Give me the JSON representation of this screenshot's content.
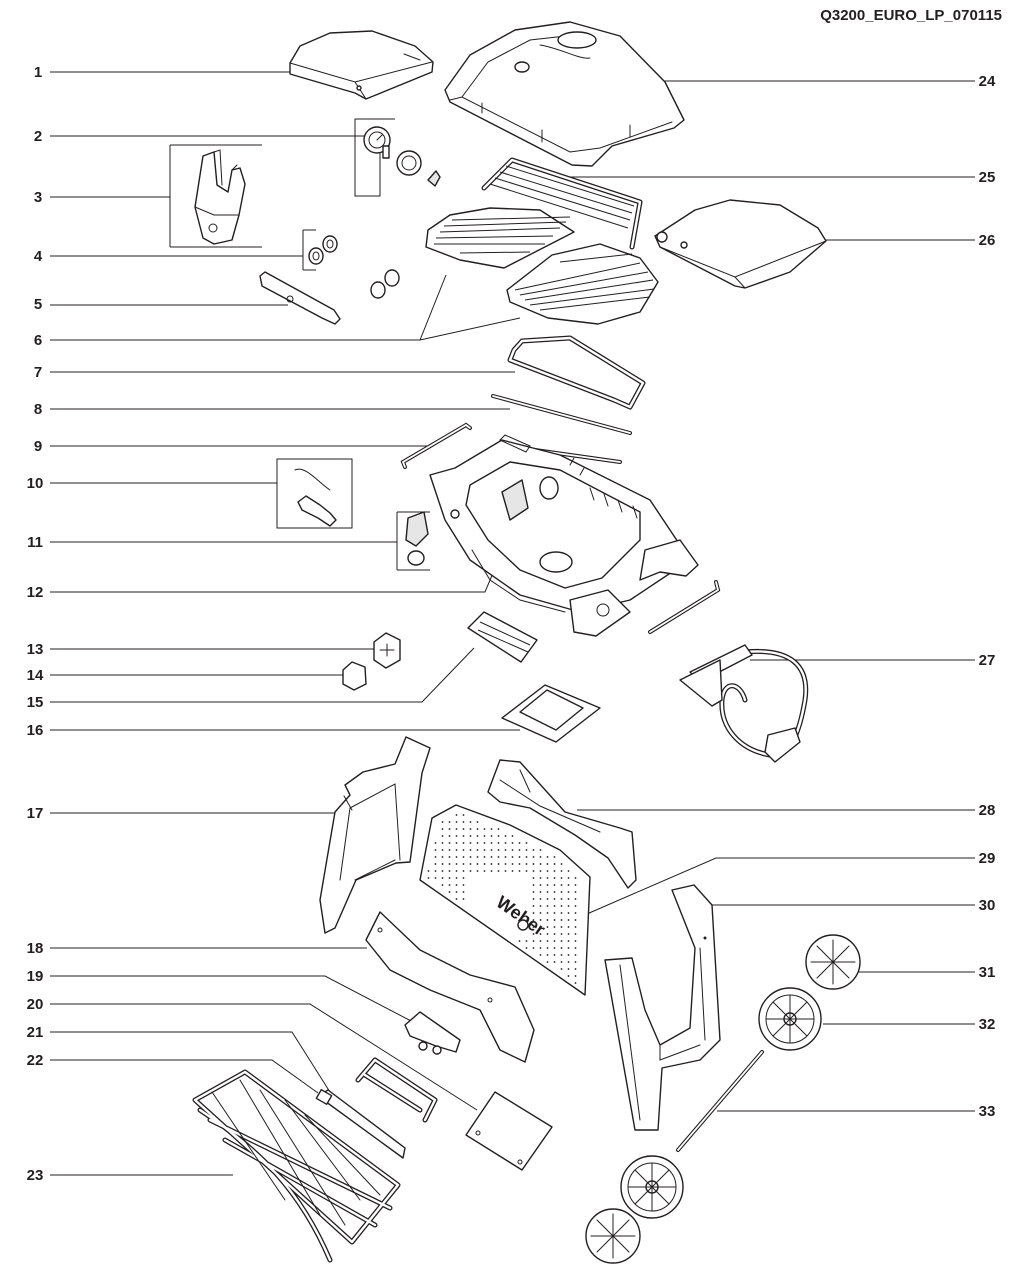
{
  "document_code": "Q3200_EURO_LP_070115",
  "brand_mark": "Weber",
  "part_numbers": [
    "1",
    "2",
    "3",
    "4",
    "5",
    "6",
    "7",
    "8",
    "9",
    "10",
    "11",
    "12",
    "13",
    "14",
    "15",
    "16",
    "17",
    "18",
    "19",
    "20",
    "21",
    "22",
    "23",
    "24",
    "25",
    "26",
    "27",
    "28",
    "29",
    "30",
    "31",
    "32",
    "33"
  ]
}
